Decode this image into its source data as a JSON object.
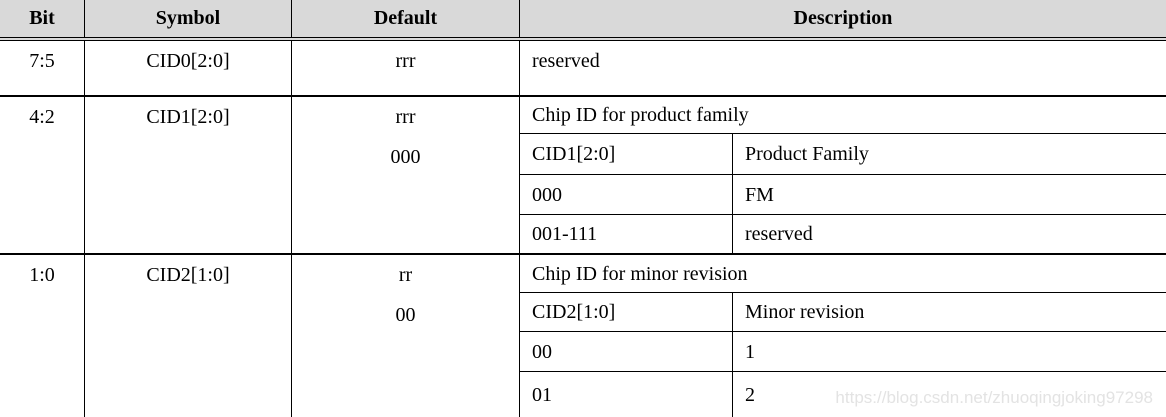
{
  "table": {
    "headers": [
      "Bit",
      "Symbol",
      "Default",
      "Description"
    ],
    "rows": [
      {
        "bit": "7:5",
        "symbol": "CID0[2:0]",
        "default_lines": [
          "rrr"
        ],
        "description": {
          "title": "reserved",
          "sub_rows": []
        }
      },
      {
        "bit": "4:2",
        "symbol": "CID1[2:0]",
        "default_lines": [
          "rrr",
          "000"
        ],
        "description": {
          "title": "Chip ID for product family",
          "sub_rows": [
            [
              "CID1[2:0]",
              "Product Family"
            ],
            [
              "000",
              "FM"
            ],
            [
              "001-111",
              "reserved"
            ]
          ]
        }
      },
      {
        "bit": "1:0",
        "symbol": "CID2[1:0]",
        "default_lines": [
          "rr",
          "00"
        ],
        "description": {
          "title": "Chip ID for minor revision",
          "sub_rows": [
            [
              "CID2[1:0]",
              "Minor revision"
            ],
            [
              "00",
              "1"
            ],
            [
              "01",
              "2"
            ]
          ]
        }
      }
    ]
  },
  "watermark": "https://blog.csdn.net/zhuoqingjoking97298",
  "colors": {
    "header_bg": "#d9d9d9",
    "border": "#000000",
    "watermark_text": "#e3e3e3"
  }
}
